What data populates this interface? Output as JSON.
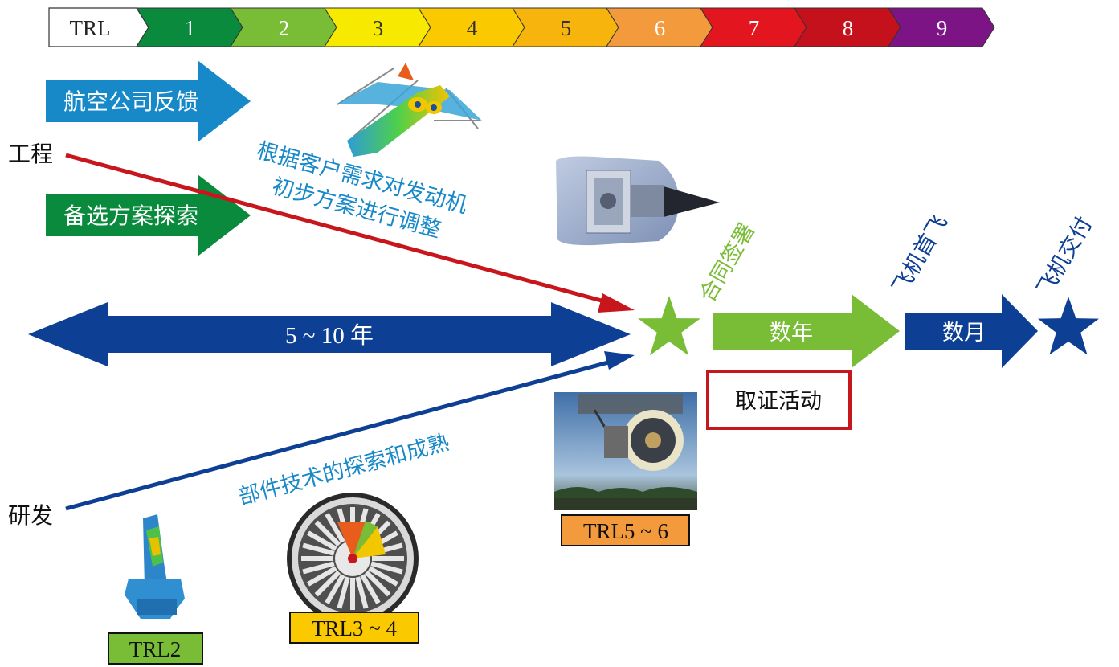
{
  "trl_bar": {
    "label": "TRL",
    "levels": [
      {
        "label": "1",
        "color": "#0a8a3c"
      },
      {
        "label": "2",
        "color": "#79bc36"
      },
      {
        "label": "3",
        "color": "#f7ea00"
      },
      {
        "label": "4",
        "color": "#fbc900"
      },
      {
        "label": "5",
        "color": "#f6b40d"
      },
      {
        "label": "6",
        "color": "#f39a3d"
      },
      {
        "label": "7",
        "color": "#e3151e"
      },
      {
        "label": "8",
        "color": "#c5111b"
      },
      {
        "label": "9",
        "color": "#7c1485"
      }
    ]
  },
  "rows": {
    "engineering": "工程",
    "research": "研发"
  },
  "arrows": {
    "airline_feedback": "航空公司反馈",
    "alternative_exploration": "备选方案探索",
    "duration_long": "5 ~ 10 年",
    "duration_years": "数年",
    "duration_months": "数月"
  },
  "annotations": {
    "customer_adjust_line1": "根据客户需求对发动机",
    "customer_adjust_line2": "初步方案进行调整",
    "component_tech": "部件技术的探索和成熟",
    "contract_signing": "合同签署",
    "first_flight": "飞机首飞",
    "delivery": "飞机交付",
    "certification": "取证活动"
  },
  "image_labels": {
    "trl2": "TRL2",
    "trl34": "TRL3 ~ 4",
    "trl56": "TRL5 ~ 6"
  },
  "colors": {
    "blue_dark": "#0d3f94",
    "blue_light": "#1789c9",
    "green_dark": "#0a8a3c",
    "green_light": "#79bc36",
    "red": "#c8161d"
  }
}
